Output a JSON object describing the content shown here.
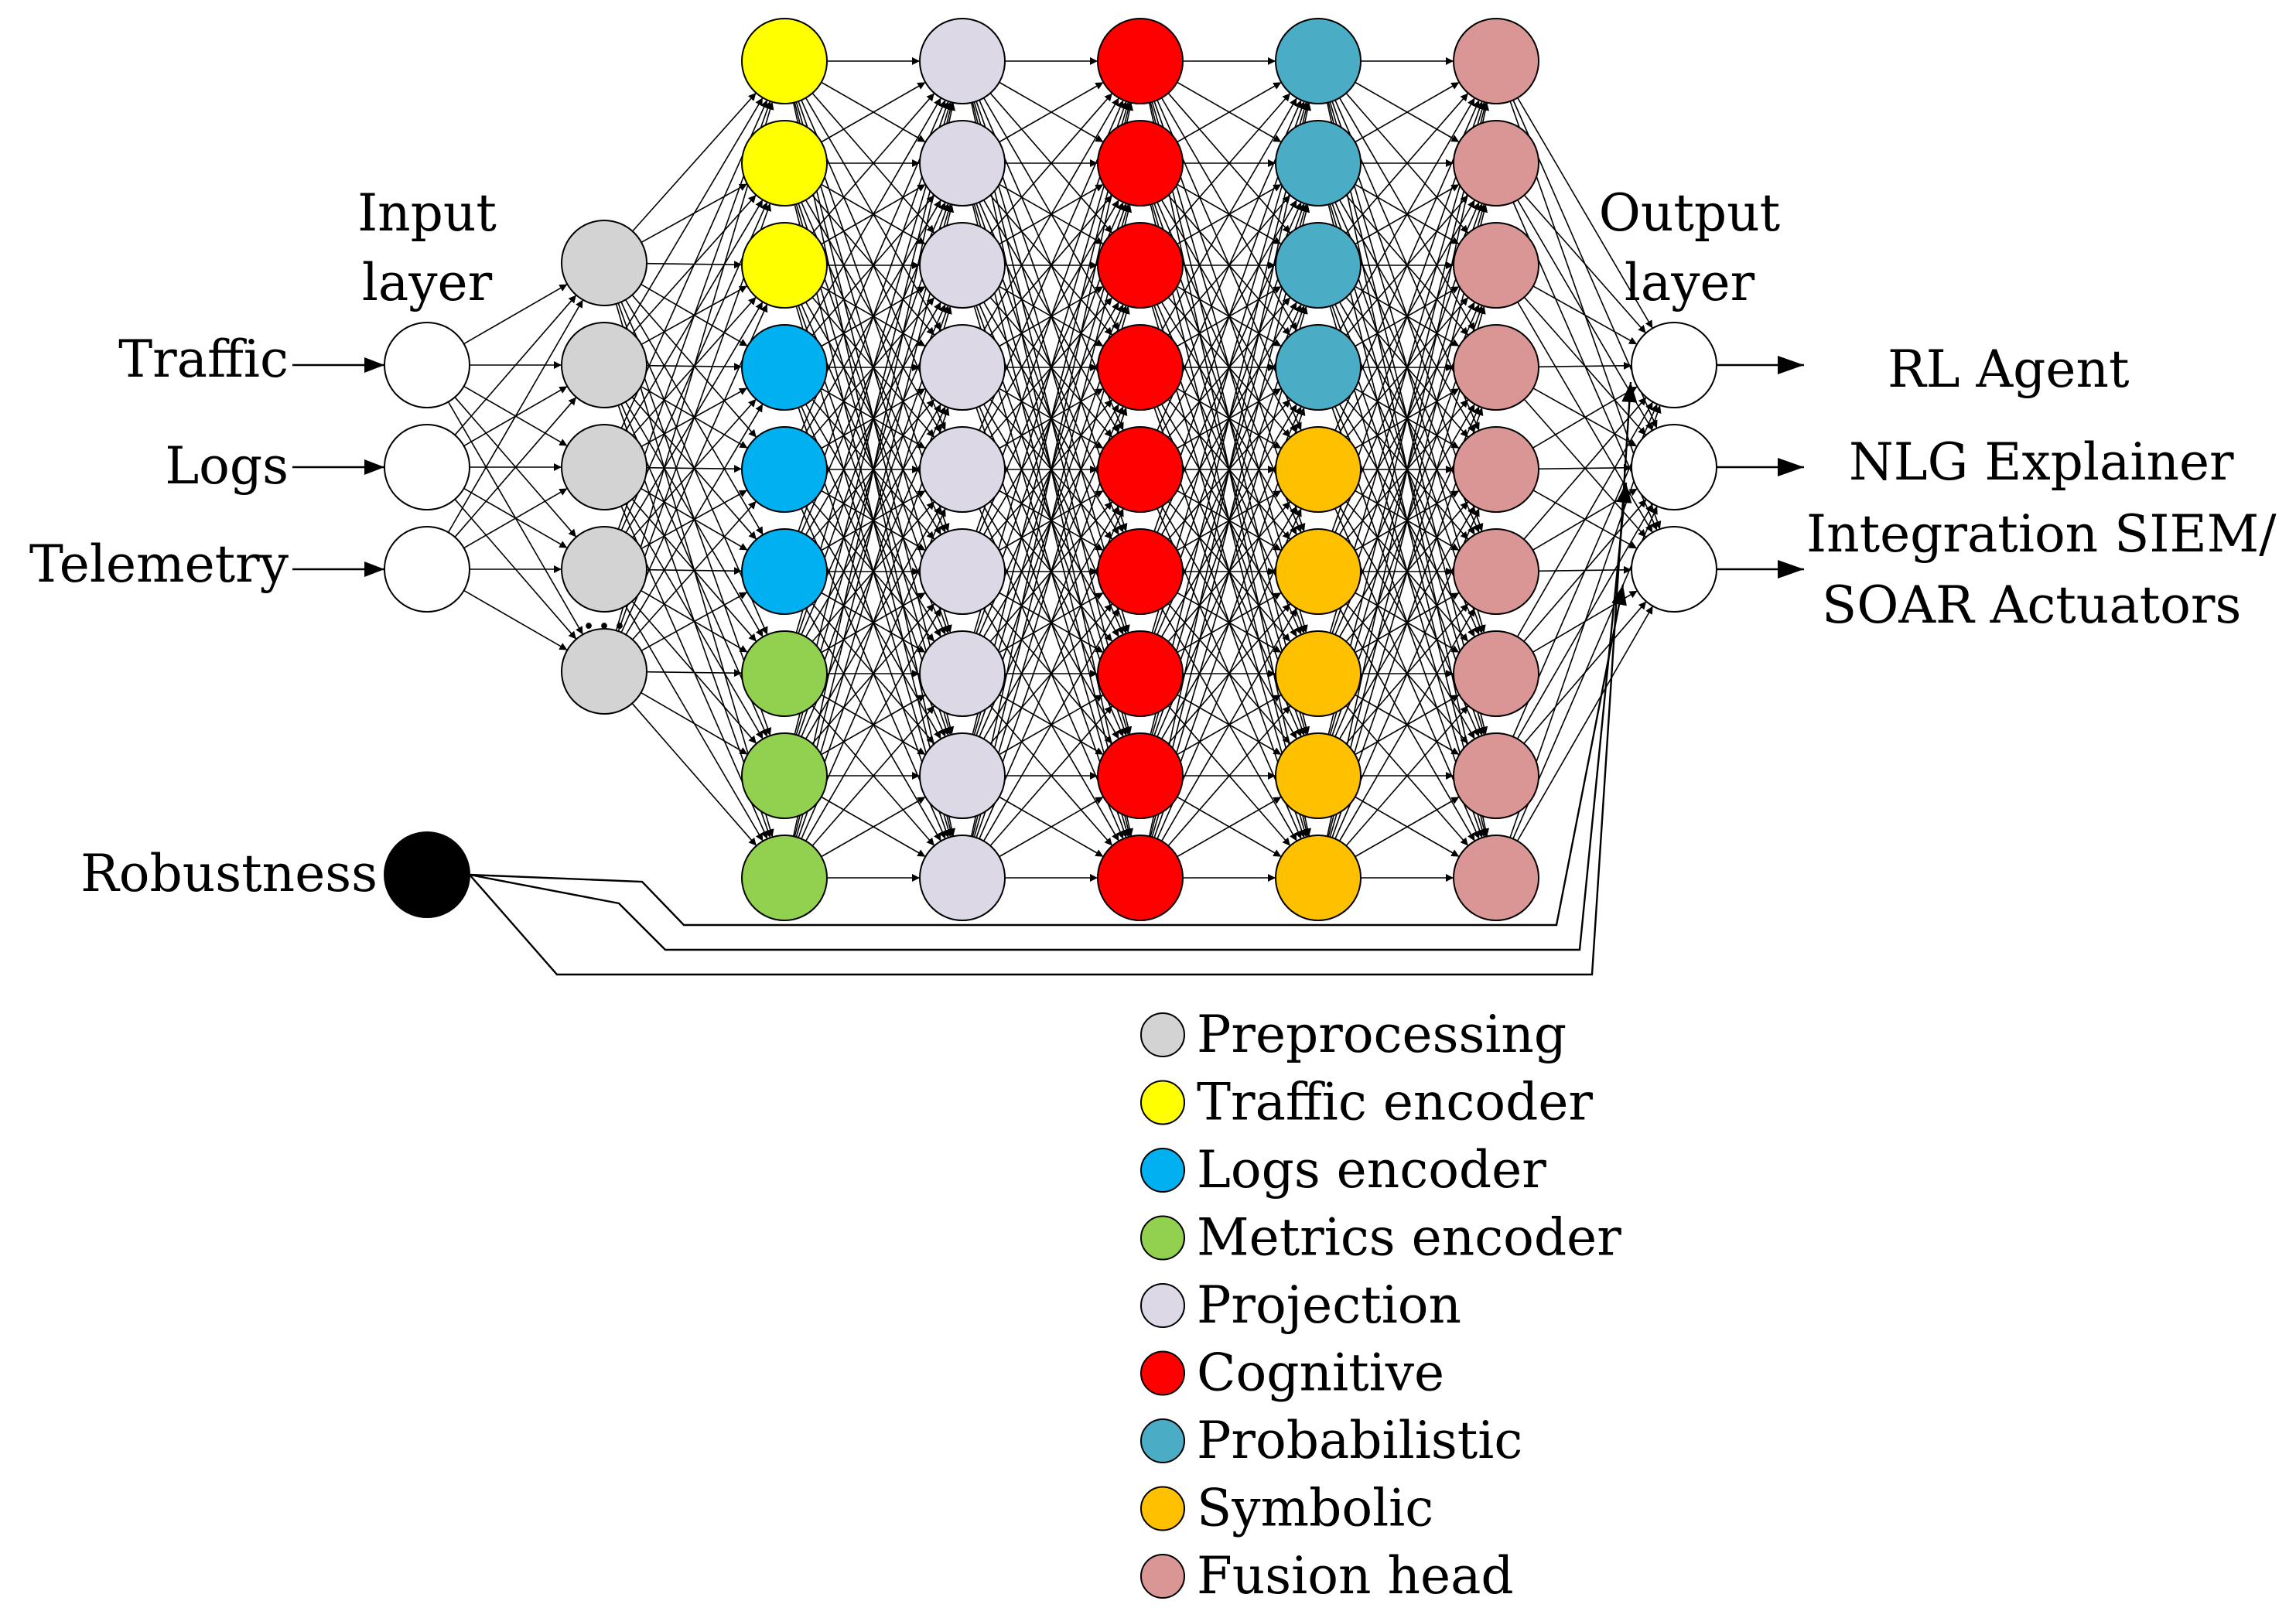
{
  "labels": {
    "input_layer": [
      "Input",
      "layer"
    ],
    "output_layer": [
      "Output",
      "layer"
    ],
    "inputs": [
      "Traffic",
      "Logs",
      "Telemetry"
    ],
    "robustness": "Robustness",
    "outputs": [
      "RL Agent",
      "NLG Explainer",
      "Integration SIEM/",
      "SOAR Actuators"
    ],
    "ellipsis": "…"
  },
  "colors": {
    "input": "#ffffff",
    "robustness": "#000000",
    "preprocessing": "#d3d3d3",
    "traffic_encoder": "#ffff00",
    "logs_encoder": "#00b0f0",
    "metrics_encoder": "#92d050",
    "projection": "#dcd8e6",
    "cognitive": "#ff0000",
    "probabilistic": "#4bacc6",
    "symbolic": "#ffc000",
    "fusion_head": "#d99694",
    "output": "#ffffff"
  },
  "layers": [
    {
      "id": "encoder",
      "nodes": [
        "traffic_encoder",
        "traffic_encoder",
        "traffic_encoder",
        "logs_encoder",
        "logs_encoder",
        "logs_encoder",
        "metrics_encoder",
        "metrics_encoder",
        "metrics_encoder"
      ]
    },
    {
      "id": "projection",
      "nodes": [
        "projection",
        "projection",
        "projection",
        "projection",
        "projection",
        "projection",
        "projection",
        "projection",
        "projection"
      ]
    },
    {
      "id": "cognitive",
      "nodes": [
        "cognitive",
        "cognitive",
        "cognitive",
        "cognitive",
        "cognitive",
        "cognitive",
        "cognitive",
        "cognitive",
        "cognitive"
      ]
    },
    {
      "id": "reasoning",
      "nodes": [
        "probabilistic",
        "probabilistic",
        "probabilistic",
        "probabilistic",
        "symbolic",
        "symbolic",
        "symbolic",
        "symbolic",
        "symbolic"
      ]
    },
    {
      "id": "fusion",
      "nodes": [
        "fusion_head",
        "fusion_head",
        "fusion_head",
        "fusion_head",
        "fusion_head",
        "fusion_head",
        "fusion_head",
        "fusion_head",
        "fusion_head"
      ]
    }
  ],
  "legend": [
    {
      "key": "preprocessing",
      "label": "Preprocessing"
    },
    {
      "key": "traffic_encoder",
      "label": "Traffic encoder"
    },
    {
      "key": "logs_encoder",
      "label": "Logs encoder"
    },
    {
      "key": "metrics_encoder",
      "label": "Metrics encoder"
    },
    {
      "key": "projection",
      "label": "Projection"
    },
    {
      "key": "cognitive",
      "label": "Cognitive"
    },
    {
      "key": "probabilistic",
      "label": "Probabilistic"
    },
    {
      "key": "symbolic",
      "label": "Symbolic"
    },
    {
      "key": "fusion_head",
      "label": "Fusion head"
    }
  ]
}
